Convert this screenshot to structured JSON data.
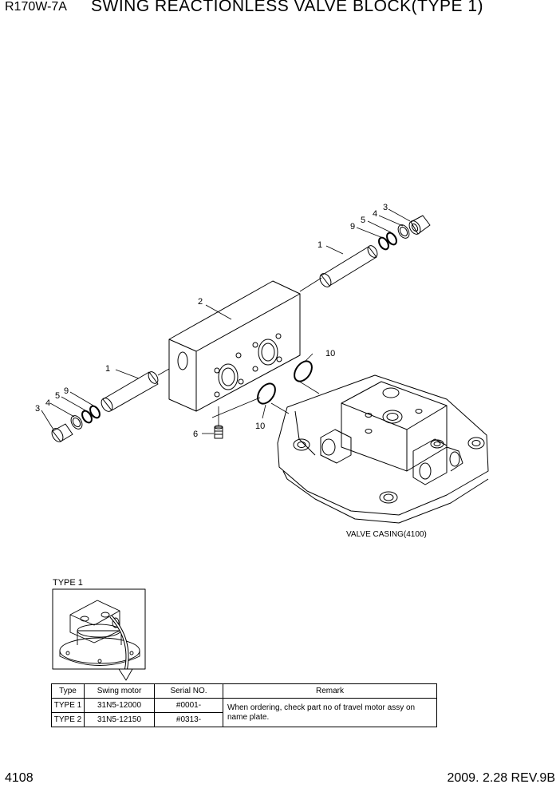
{
  "header": {
    "model": "R170W-7A",
    "title": "SWING REACTIONLESS VALVE BLOCK(TYPE 1)"
  },
  "footer": {
    "page": "4108",
    "revision": "2009. 2.28  REV.9B"
  },
  "callouts": {
    "c1_upper": "1",
    "c1_lower": "1",
    "c2": "2",
    "c3_upper": "3",
    "c3_lower": "3",
    "c4_upper": "4",
    "c4_lower": "4",
    "c5_upper": "5",
    "c5_lower": "5",
    "c6": "6",
    "c9_upper": "9",
    "c9_lower": "9",
    "c10_upper": "10",
    "c10_lower": "10"
  },
  "valve_casing_label": "VALVE CASING(4100)",
  "type_label": "TYPE 1",
  "table": {
    "headers": [
      "Type",
      "Swing motor",
      "Serial NO.",
      "Remark"
    ],
    "rows": [
      {
        "type": "TYPE 1",
        "motor": "31N5-12000",
        "serial": "#0001-"
      },
      {
        "type": "TYPE 2",
        "motor": "31N5-12150",
        "serial": "#0313-"
      }
    ],
    "remark": "When ordering, check part no of travel motor assy on name plate."
  }
}
